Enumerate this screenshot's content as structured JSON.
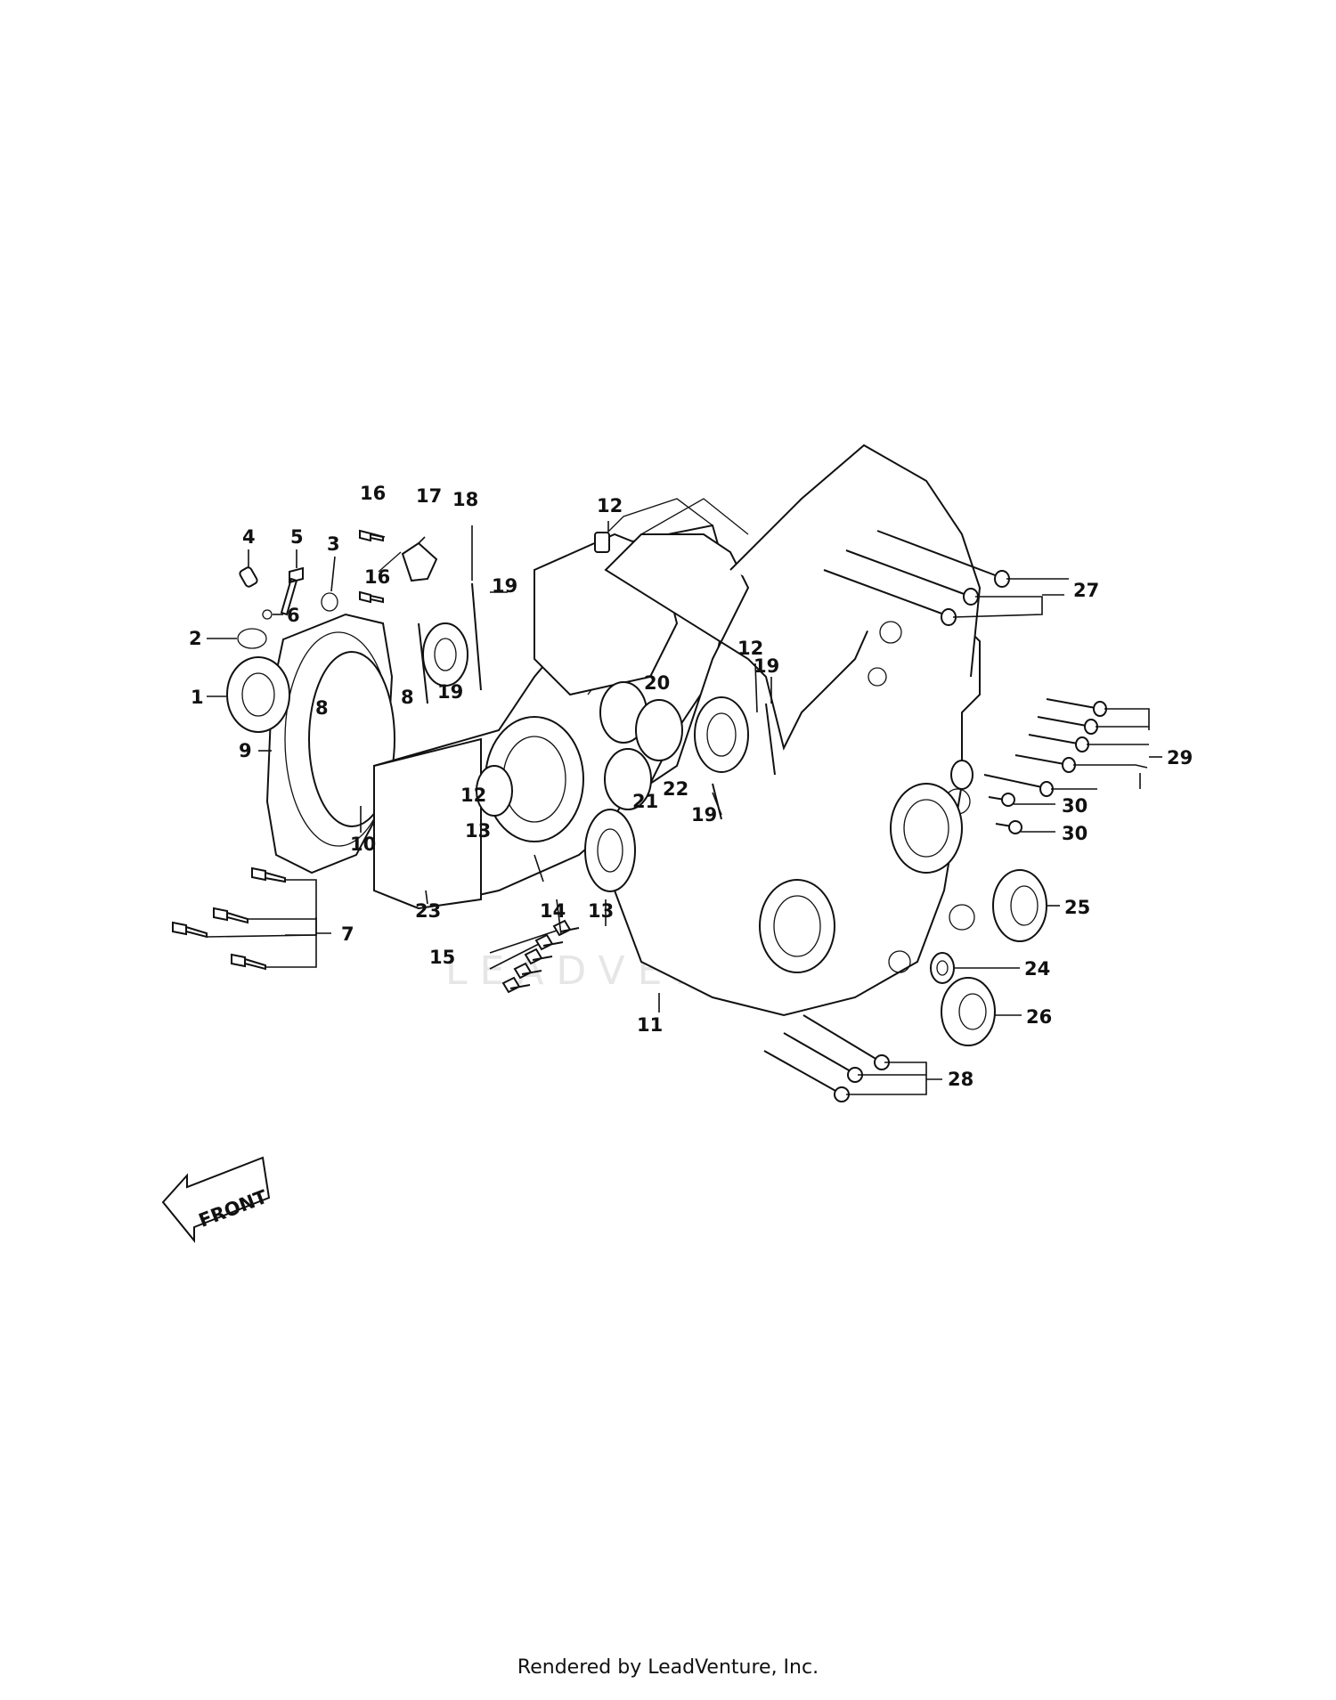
{
  "watermark": "LEADVENTURE",
  "front_label": "FRONT",
  "footer": "Rendered by LeadVenture, Inc.",
  "callouts": [
    {
      "id": "c1",
      "text": "1"
    },
    {
      "id": "c2",
      "text": "2"
    },
    {
      "id": "c3",
      "text": "3"
    },
    {
      "id": "c4",
      "text": "4"
    },
    {
      "id": "c5",
      "text": "5"
    },
    {
      "id": "c6",
      "text": "6"
    },
    {
      "id": "c7",
      "text": "7"
    },
    {
      "id": "c8a",
      "text": "8"
    },
    {
      "id": "c8b",
      "text": "8"
    },
    {
      "id": "c9",
      "text": "9"
    },
    {
      "id": "c10",
      "text": "10"
    },
    {
      "id": "c11",
      "text": "11"
    },
    {
      "id": "c12a",
      "text": "12"
    },
    {
      "id": "c12b",
      "text": "12"
    },
    {
      "id": "c12c",
      "text": "12"
    },
    {
      "id": "c13a",
      "text": "13"
    },
    {
      "id": "c13b",
      "text": "13"
    },
    {
      "id": "c14",
      "text": "14"
    },
    {
      "id": "c15",
      "text": "15"
    },
    {
      "id": "c16a",
      "text": "16"
    },
    {
      "id": "c16b",
      "text": "16"
    },
    {
      "id": "c17",
      "text": "17"
    },
    {
      "id": "c18",
      "text": "18"
    },
    {
      "id": "c19a",
      "text": "19"
    },
    {
      "id": "c19b",
      "text": "19"
    },
    {
      "id": "c19c",
      "text": "19"
    },
    {
      "id": "c19d",
      "text": "19"
    },
    {
      "id": "c20",
      "text": "20"
    },
    {
      "id": "c21",
      "text": "21"
    },
    {
      "id": "c22",
      "text": "22"
    },
    {
      "id": "c23",
      "text": "23"
    },
    {
      "id": "c24",
      "text": "24"
    },
    {
      "id": "c25",
      "text": "25"
    },
    {
      "id": "c26",
      "text": "26"
    },
    {
      "id": "c27",
      "text": "27"
    },
    {
      "id": "c28",
      "text": "28"
    },
    {
      "id": "c29",
      "text": "29"
    },
    {
      "id": "c30a",
      "text": "30"
    },
    {
      "id": "c30b",
      "text": "30"
    }
  ]
}
